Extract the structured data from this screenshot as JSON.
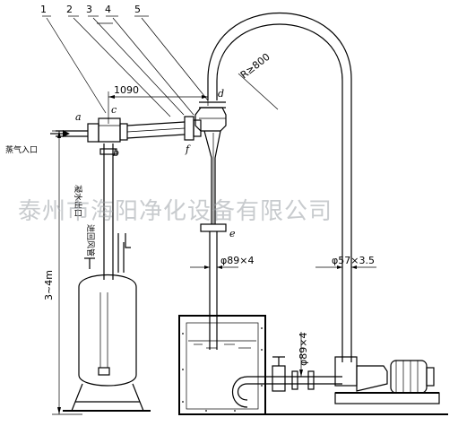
{
  "labels": {
    "callouts": [
      "1",
      "2",
      "3",
      "4",
      "5"
    ],
    "dimension_1090": "1090",
    "radius": "R≥800",
    "points": {
      "a": "a",
      "b": "b",
      "c": "c",
      "d": "d",
      "e": "e",
      "f": "f"
    },
    "steam_inlet": "蒸气入口",
    "condensate_outlet": "凝水出口",
    "height": "3~4m",
    "pipe_89": "φ89×4",
    "pipe_57": "φ57×3.5",
    "pipe_89_pump": "φ89×4",
    "tank_side_label": "进回风管"
  },
  "watermark": "泰州市海阳净化设备有限公司"
}
